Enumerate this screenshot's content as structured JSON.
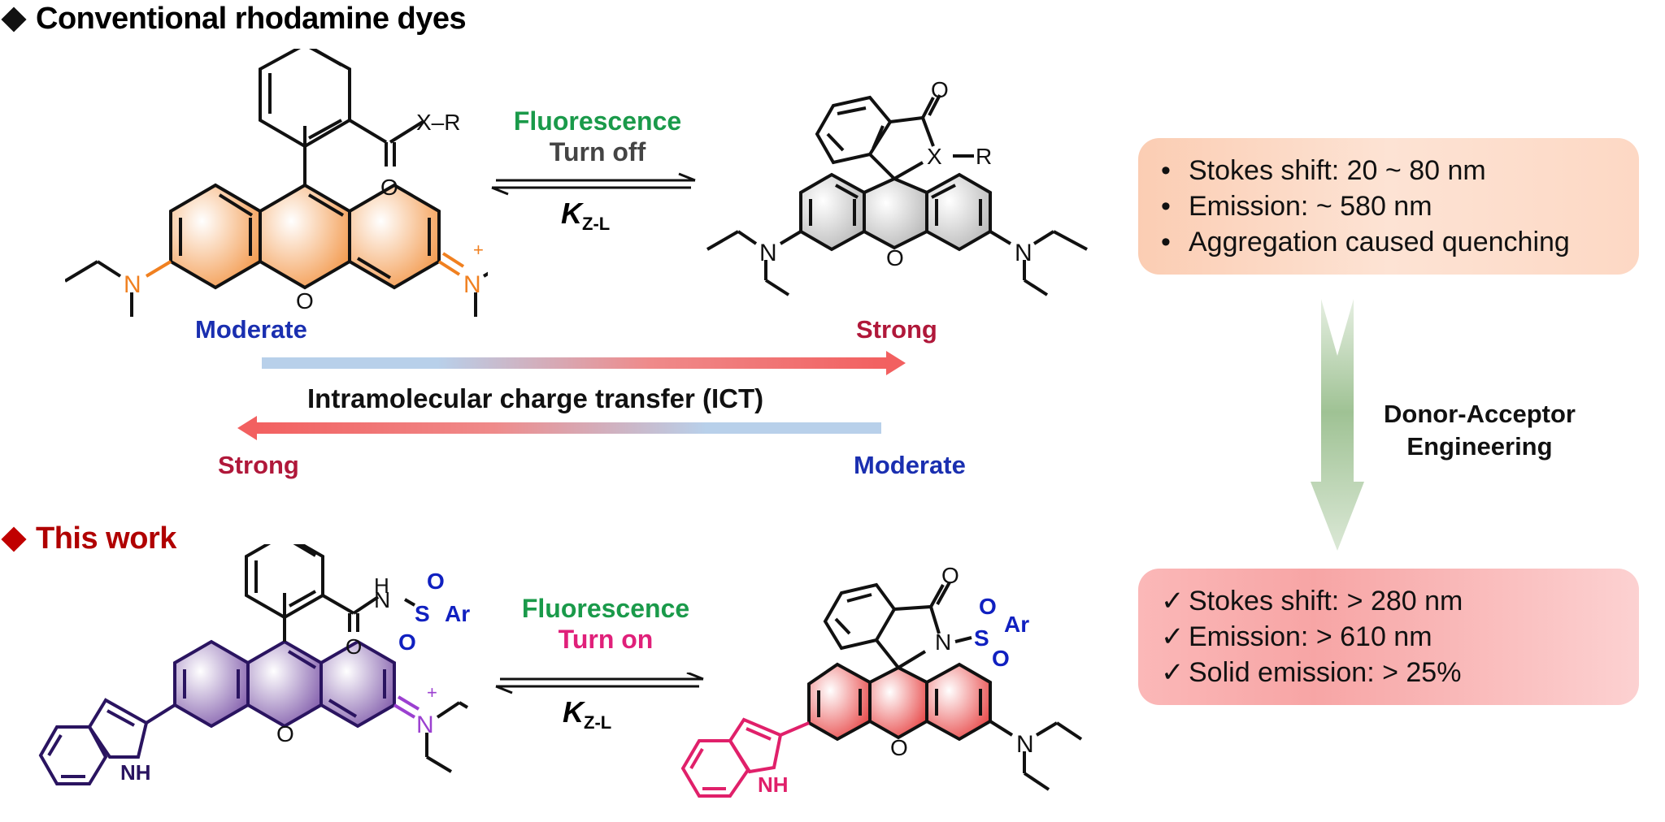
{
  "sections": {
    "conventional": {
      "title": "Conventional rhodamine dyes",
      "marker_color": "#111111",
      "title_color": "#111111"
    },
    "this_work": {
      "title": "This work",
      "marker_color": "#c00000",
      "title_color": "#b00000"
    }
  },
  "top_reaction": {
    "condition_line1": "Fluorescence",
    "condition_line2": "Turn off",
    "constant_symbol": "K",
    "constant_subscript": "Z-L",
    "left_molecule": {
      "name": "open zwitterionic rhodamine",
      "substituent": "X–R",
      "carbonyl_oxygen": "O",
      "ring_oxygen": "O",
      "left_nitrogen": "N",
      "right_nitrogen": "N",
      "charge": "+",
      "core_color": "#f5a05a",
      "atom_color": "#f08020"
    },
    "right_molecule": {
      "name": "closed spirolactam rhodamine",
      "carbonyl_oxygen": "O",
      "x_atom": "X",
      "r_group": "R",
      "ring_oxygen": "O",
      "left_nitrogen": "N",
      "right_nitrogen": "N",
      "core_color": "#c8c8c8"
    }
  },
  "ict": {
    "label": "Intramolecular charge transfer (ICT)",
    "top_left": "Moderate",
    "top_right": "Strong",
    "bottom_left": "Strong",
    "bottom_right": "Moderate",
    "moderate_color": "#1a2fb0",
    "strong_color": "#b0183a",
    "arrow_blue": "#b8d0ea",
    "arrow_red": "#f26b6b"
  },
  "bottom_reaction": {
    "condition_line1": "Fluorescence",
    "condition_line2": "Turn on",
    "constant_symbol": "K",
    "constant_subscript": "Z-L",
    "left_molecule": {
      "name": "open indole rhodamine sulfonamide",
      "h_atom": "H",
      "n_atom": "N",
      "s_atom": "S",
      "ar_group": "Ar",
      "sulfonyl_oxygen": "O",
      "carbonyl_oxygen": "O",
      "ring_oxygen": "O",
      "nh_label": "NH",
      "right_nitrogen": "N",
      "charge": "+",
      "core_color": "#8a6bb0",
      "line_color": "#3a1a70",
      "accent_color": "#1020c0"
    },
    "right_molecule": {
      "name": "closed indole spirolactam",
      "carbonyl_oxygen": "O",
      "n_atom": "N",
      "s_atom": "S",
      "ar_group": "Ar",
      "sulfonyl_oxygen": "O",
      "ring_oxygen": "O",
      "nh_label": "NH",
      "right_nitrogen": "N",
      "core_color": "#e85a5a",
      "indole_color": "#e0206a",
      "accent_color": "#1020c0"
    }
  },
  "properties_conventional": {
    "bullet": "•",
    "items": [
      "Stokes shift: 20 ~ 80 nm",
      "Emission:  ~ 580 nm",
      "Aggregation caused quenching"
    ]
  },
  "engineering": {
    "line1": "Donor-Acceptor",
    "line2": "Engineering",
    "arrow_color": "#a8c8a0"
  },
  "properties_this_work": {
    "bullet": "✓",
    "items": [
      "Stokes shift: > 280 nm",
      "Emission: > 610 nm",
      "Solid emission: > 25%"
    ]
  },
  "colors": {
    "fluorescence_green": "#1a9a4a",
    "turn_off_gray": "#444444",
    "turn_on_pink": "#e0207a"
  }
}
